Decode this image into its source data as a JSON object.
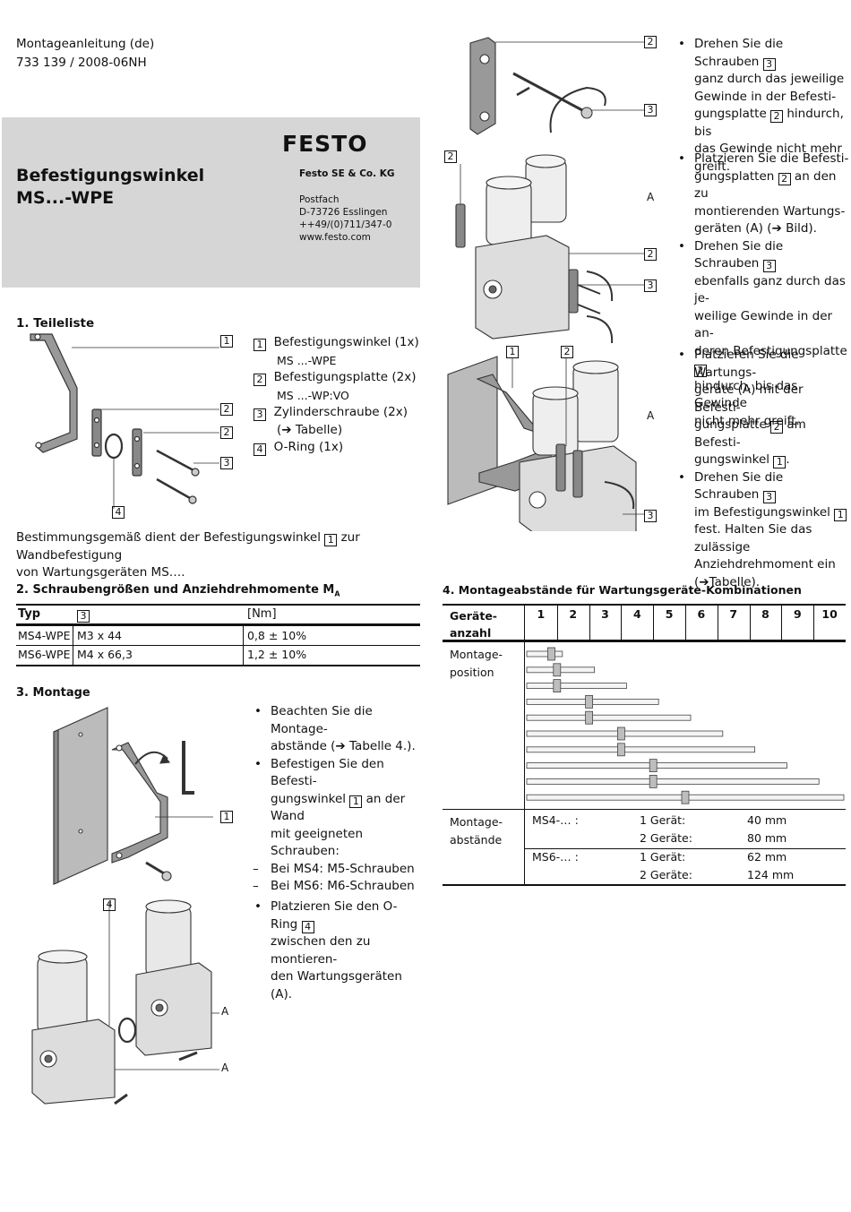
{
  "header": {
    "doc_type": "Montageanleitung (de)",
    "doc_number": "733 139 / 2008-06NH",
    "title_line1": "Befestigungswinkel",
    "title_line2": "MS...-WPE",
    "logo_text": "FESTO",
    "company": "Festo SE & Co. KG",
    "address_line1": "Postfach",
    "address_line2": "D-73726 Esslingen",
    "phone": "++49/(0)711/347-0",
    "website": "www.festo.com"
  },
  "section1": {
    "heading": "1. Teileliste",
    "parts": [
      {
        "num": "1",
        "text": "Befestigungswinkel (1x)",
        "sub": "MS ...-WPE"
      },
      {
        "num": "2",
        "text": "Befestigungsplatte (2x)",
        "sub": "MS ...-WP:VO"
      },
      {
        "num": "3",
        "text": "Zylinderschraube (2x)",
        "sub": "(➔ Tabelle)"
      },
      {
        "num": "4",
        "text": "O-Ring (1x)",
        "sub": ""
      }
    ],
    "callouts": [
      "1",
      "2",
      "2",
      "3",
      "4"
    ],
    "intended_use_part1": "Bestimmungsgemäß dient der Befestigungswinkel",
    "intended_use_num": "1",
    "intended_use_part2": "zur Wandbefestigung",
    "intended_use_line2": "von Wartungsgeräten MS…."
  },
  "section2": {
    "heading": "2. Schraubengrößen und Anziehdrehmomente M",
    "heading_sub": "A",
    "col_type": "Typ",
    "col_screw": "3",
    "col_torque": "[Nm]",
    "rows": [
      {
        "type": "MS4-WPE",
        "screw": "M3 x 44",
        "torque": "0,8 ± 10%"
      },
      {
        "type": "MS6-WPE",
        "screw": "M4 x 66,3",
        "torque": "1,2 ± 10%"
      }
    ]
  },
  "section3": {
    "heading": "3. Montage",
    "callout_1": "1",
    "callout_4": "4",
    "label_a": "A",
    "steps_a": [
      {
        "kind": "dot",
        "parts": [
          "Beachten Sie die Montage-",
          "abstände (➔ Tabelle 4.)."
        ]
      },
      {
        "kind": "dot",
        "parts": [
          "Befestigen Sie den Befesti-",
          "gungswinkel",
          "1",
          "an der Wand",
          "mit geeigneten Schrauben:"
        ]
      },
      {
        "kind": "dash",
        "parts": [
          "Bei MS4: M5-Schrauben"
        ]
      },
      {
        "kind": "dash",
        "parts": [
          "Bei MS6: M6-Schrauben"
        ]
      }
    ],
    "step_b": [
      "Platzieren Sie den O-Ring",
      "4",
      "zwischen den zu montieren-",
      "den Wartungsgeräten (A)."
    ]
  },
  "right_steps": {
    "callouts": [
      "2",
      "3",
      "2",
      "2",
      "3",
      "1",
      "2",
      "3"
    ],
    "label_a": "A",
    "block1": [
      "Drehen Sie die Schrauben",
      "3",
      "ganz durch das jeweilige",
      "Gewinde in der Befesti-",
      "gungsplatte",
      "2",
      "hindurch, bis",
      "das Gewinde nicht mehr",
      "greift."
    ],
    "block2a": [
      "Platzieren Sie die Befesti-",
      "gungsplatten",
      "2",
      "an den zu",
      "montierenden Wartungs-",
      "geräten (A) (➔ Bild)."
    ],
    "block2b": [
      "Drehen Sie die Schrauben",
      "3",
      "ebenfalls ganz durch das je-",
      "weilige Gewinde in der an-",
      "deren Befestigungsplatte",
      "2",
      "hindurch, bis das Gewinde",
      "nicht mehr greift."
    ],
    "block3a": [
      "Platzieren Sie die Wartungs-",
      "geräte (A) mit der Befesti-",
      "gungsplatte",
      "2",
      "am Befesti-",
      "gungswinkel",
      "1",
      "."
    ],
    "block3b": [
      "Drehen Sie die Schrauben",
      "3",
      "im Befestigungswinkel",
      "1",
      "fest. Halten Sie das zulässige",
      "Anziehdrehmoment ein",
      "(➔Tabelle)."
    ]
  },
  "section4": {
    "heading": "4. Montageabstände für Wartungsgeräte-Kombinationen",
    "col_head_line1": "Geräte-",
    "col_head_line2": "anzahl",
    "counts": [
      "1",
      "2",
      "3",
      "4",
      "5",
      "6",
      "7",
      "8",
      "9",
      "10"
    ],
    "row_pos_line1": "Montage-",
    "row_pos_line2": "position",
    "row_dist_line1": "Montage-",
    "row_dist_line2": "abstände",
    "distances": [
      {
        "series": "MS4-… :",
        "device": "1 Gerät:",
        "value": "40 mm"
      },
      {
        "series": "",
        "device": "2 Geräte:",
        "value": "80 mm"
      },
      {
        "series": "MS6-… :",
        "device": "1 Gerät:",
        "value": "62 mm"
      },
      {
        "series": "",
        "device": "2 Geräte:",
        "value": "124 mm"
      }
    ]
  }
}
